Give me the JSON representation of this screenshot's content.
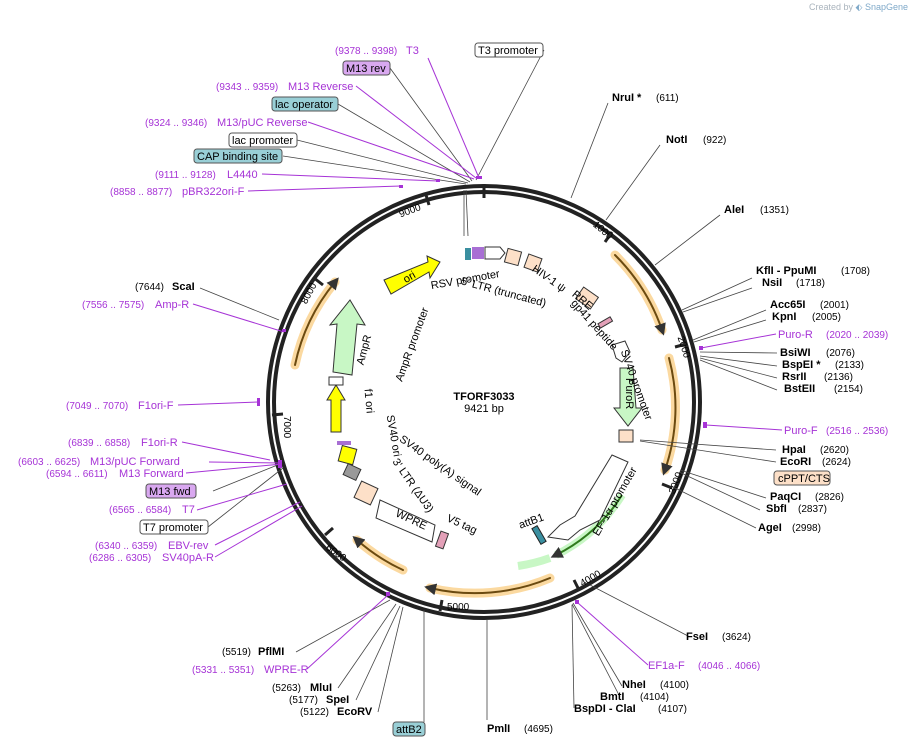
{
  "credit": {
    "created_by": "Created by",
    "brand": "SnapGene"
  },
  "plasmid": {
    "name": "TFORF3033",
    "size": "9421 bp"
  },
  "ticks": [
    "1000",
    "2000",
    "3000",
    "4000",
    "5000",
    "6000",
    "7000",
    "8000",
    "9000"
  ],
  "enzymes": [
    {
      "name": "NruI *",
      "pos": "(611)"
    },
    {
      "name": "NotI",
      "pos": "(922)"
    },
    {
      "name": "AleI",
      "pos": "(1351)"
    },
    {
      "name": "KflI - PpuMI",
      "pos": "(1708)"
    },
    {
      "name": "NsiI",
      "pos": "(1718)"
    },
    {
      "name": "Acc65I",
      "pos": "(2001)"
    },
    {
      "name": "KpnI",
      "pos": "(2005)"
    },
    {
      "name": "BsiWI",
      "pos": "(2076)"
    },
    {
      "name": "BspEI *",
      "pos": "(2133)"
    },
    {
      "name": "RsrII",
      "pos": "(2136)"
    },
    {
      "name": "BstEII",
      "pos": "(2154)"
    },
    {
      "name": "HpaI",
      "pos": "(2620)"
    },
    {
      "name": "EcoRI",
      "pos": "(2624)"
    },
    {
      "name": "PaqCI",
      "pos": "(2826)"
    },
    {
      "name": "SbfI",
      "pos": "(2837)"
    },
    {
      "name": "AgeI",
      "pos": "(2998)"
    },
    {
      "name": "FseI",
      "pos": "(3624)"
    },
    {
      "name": "NheI",
      "pos": "(4100)"
    },
    {
      "name": "BmtI",
      "pos": "(4104)"
    },
    {
      "name": "BspDI - ClaI",
      "pos": "(4107)"
    },
    {
      "name": "PmlI",
      "pos": "(4695)"
    },
    {
      "name": "PflMI",
      "pos": "(5519)"
    },
    {
      "name": "MluI",
      "pos": "(5263)"
    },
    {
      "name": "SpeI",
      "pos": "(5177)"
    },
    {
      "name": "EcoRV",
      "pos": "(5122)"
    },
    {
      "name": "ScaI",
      "pos": "(7644)"
    }
  ],
  "primers": [
    {
      "name": "T3",
      "range": "(9378 .. 9398)"
    },
    {
      "name": "M13 Reverse",
      "range": "(9343 .. 9359)"
    },
    {
      "name": "M13/pUC Reverse",
      "range": "(9324 .. 9346)"
    },
    {
      "name": "L4440",
      "range": "(9111 .. 9128)"
    },
    {
      "name": "pBR322ori-F",
      "range": "(8858 .. 8877)"
    },
    {
      "name": "Amp-R",
      "range": "(7556 .. 7575)"
    },
    {
      "name": "F1ori-F",
      "range": "(7049 .. 7070)"
    },
    {
      "name": "F1ori-R",
      "range": "(6839 .. 6858)"
    },
    {
      "name": "M13/pUC Forward",
      "range": "(6603 .. 6625)"
    },
    {
      "name": "M13 Forward",
      "range": "(6594 .. 6611)"
    },
    {
      "name": "T7",
      "range": "(6565 .. 6584)"
    },
    {
      "name": "EBV-rev",
      "range": "(6340 .. 6359)"
    },
    {
      "name": "SV40pA-R",
      "range": "(6286 .. 6305)"
    },
    {
      "name": "WPRE-R",
      "range": "(5331 .. 5351)"
    },
    {
      "name": "Puro-R",
      "range": "(2020 .. 2039)"
    },
    {
      "name": "Puro-F",
      "range": "(2516 .. 2536)"
    },
    {
      "name": "EF1a-F",
      "range": "(4046 .. 4066)"
    }
  ],
  "boxes": [
    {
      "name": "T3 promoter",
      "fill": "#ffffff"
    },
    {
      "name": "M13 rev",
      "fill": "#d9a8f0"
    },
    {
      "name": "lac operator",
      "fill": "#99cfd6"
    },
    {
      "name": "lac promoter",
      "fill": "#ffffff"
    },
    {
      "name": "CAP binding site",
      "fill": "#99cfd6"
    },
    {
      "name": "cPPT/CTS",
      "fill": "#fde0c8"
    },
    {
      "name": "M13 fwd",
      "fill": "#d9a8f0"
    },
    {
      "name": "T7 promoter",
      "fill": "#ffffff"
    },
    {
      "name": "attB2",
      "fill": "#99cfd6"
    }
  ],
  "features": [
    "RSV promoter",
    "5' LTR (truncated)",
    "HIV-1 ψ",
    "RRE",
    "gp41 peptide",
    "SV40 promoter",
    "PuroR",
    "EF-1α promoter",
    "attB1",
    "V5 tag",
    "WPRE",
    "3' LTR (ΔU3)",
    "SV40 poly(A) signal",
    "SV40 ori",
    "f1 ori",
    "AmpR promoter",
    "AmpR",
    "ori"
  ],
  "colors": {
    "primer": "#a633d6",
    "orf_orange": "#f5a623",
    "amp_green": "#c8f7c5",
    "puro_green": "#c8f7c5",
    "ori_yellow": "#ffff00",
    "ltr_peach": "#fde0c8"
  }
}
